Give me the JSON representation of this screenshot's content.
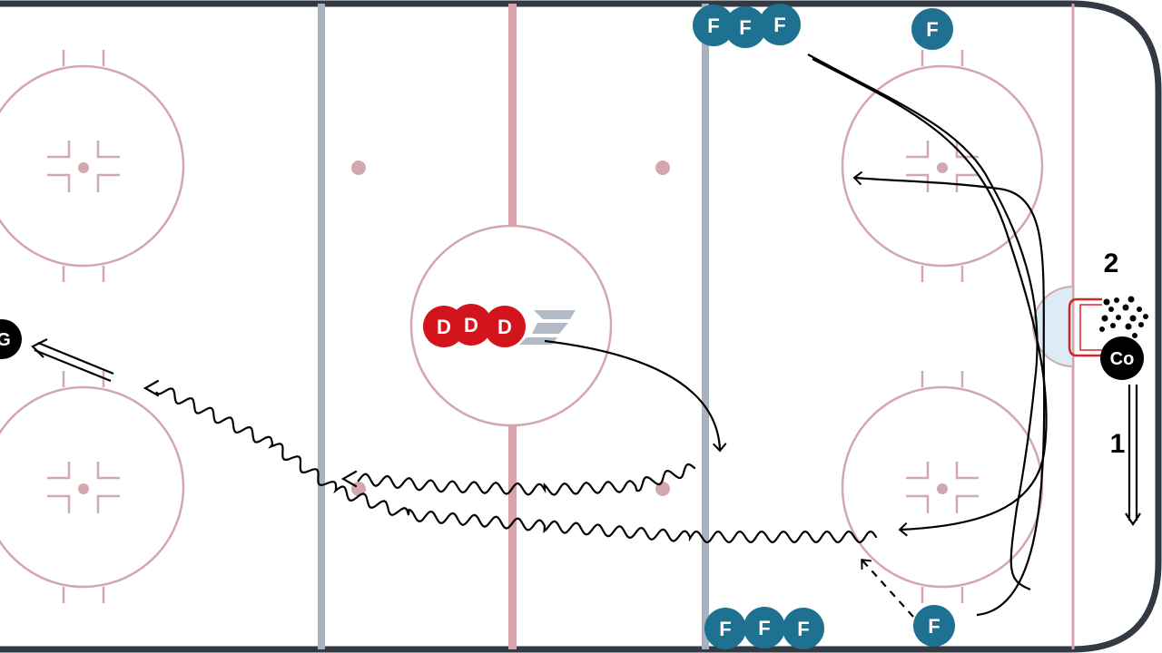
{
  "diagram": {
    "players": {
      "forward_label": "F",
      "defense_label": "D",
      "goalie_label": "G",
      "coach_label": "Co"
    },
    "step_labels": [
      "1",
      "2"
    ],
    "colors": {
      "ice": "#ffffff",
      "boards": "#333a44",
      "red_line": "#d9a3ab",
      "blue_line": "#a9b3bf",
      "faceoff": "#d4a7ae",
      "forward": "#1f7192",
      "defense": "#d3141c",
      "coach": "#000000",
      "crease": "#dcecf5",
      "net": "#d6242b",
      "path": "#000000"
    },
    "icons": [
      "watermark-logo",
      "puck-pile-icon",
      "net-icon"
    ]
  }
}
